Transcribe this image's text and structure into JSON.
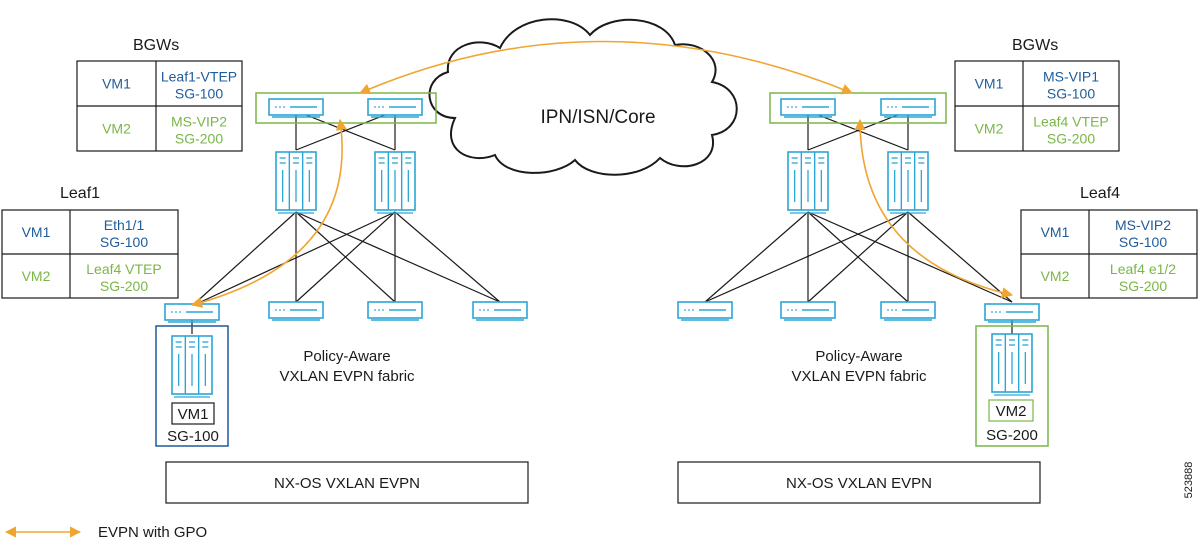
{
  "colors": {
    "switch": "#2aa7d6",
    "blue_text": "#1f5c99",
    "green": "#7ab648",
    "orange": "#f0a531",
    "line": "#1a1a1a"
  },
  "cloud_label": "IPN/ISN/Core",
  "left_site": {
    "bgw_title": "BGWs",
    "bgw_table": [
      {
        "vm": "VM1",
        "line1": "Leaf1-VTEP",
        "line2": "SG-100",
        "color": "blue"
      },
      {
        "vm": "VM2",
        "line1": "MS-VIP2",
        "line2": "SG-200",
        "color": "green"
      }
    ],
    "leaf_title": "Leaf1",
    "leaf_table": [
      {
        "vm": "VM1",
        "line1": "Eth1/1",
        "line2": "SG-100",
        "color": "blue"
      },
      {
        "vm": "VM2",
        "line1": "Leaf4 VTEP",
        "line2": "SG-200",
        "color": "green"
      }
    ],
    "fabric_line1": "Policy-Aware",
    "fabric_line2": "VXLAN EVPN fabric",
    "host_vm": "VM1",
    "host_sg": "SG-100",
    "bottom_box": "NX-OS VXLAN EVPN"
  },
  "right_site": {
    "bgw_title": "BGWs",
    "bgw_table": [
      {
        "vm": "VM1",
        "line1": "MS-VIP1",
        "line2": "SG-100",
        "color": "blue"
      },
      {
        "vm": "VM2",
        "line1": "Leaf4 VTEP",
        "line2": "SG-200",
        "color": "green"
      }
    ],
    "leaf_title": "Leaf4",
    "leaf_table": [
      {
        "vm": "VM1",
        "line1": "MS-VIP2",
        "line2": "SG-100",
        "color": "blue"
      },
      {
        "vm": "VM2",
        "line1": "Leaf4 e1/2",
        "line2": "SG-200",
        "color": "green"
      }
    ],
    "fabric_line1": "Policy-Aware",
    "fabric_line2": "VXLAN EVPN fabric",
    "host_vm": "VM2",
    "host_sg": "SG-200",
    "bottom_box": "NX-OS VXLAN EVPN"
  },
  "legend_label": "EVPN with GPO",
  "figure_id": "523888"
}
